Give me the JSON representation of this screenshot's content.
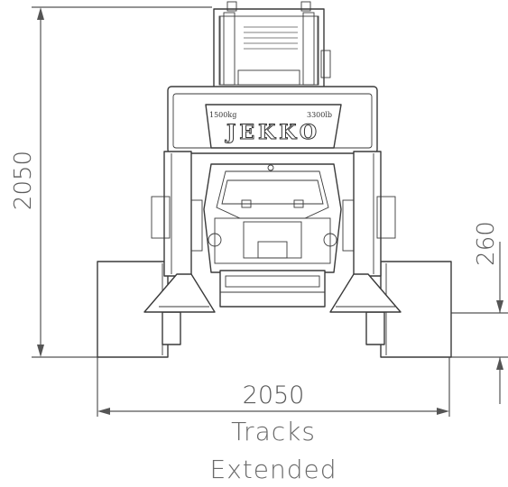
{
  "dimensions": {
    "height": "2050",
    "width": "2050",
    "ground_clearance": "260"
  },
  "caption": {
    "line1": "Tracks",
    "line2": "Extended"
  },
  "badge": {
    "brand": "JEKKO",
    "capacity_kg": "1500kg",
    "capacity_lb": "3300lb"
  }
}
